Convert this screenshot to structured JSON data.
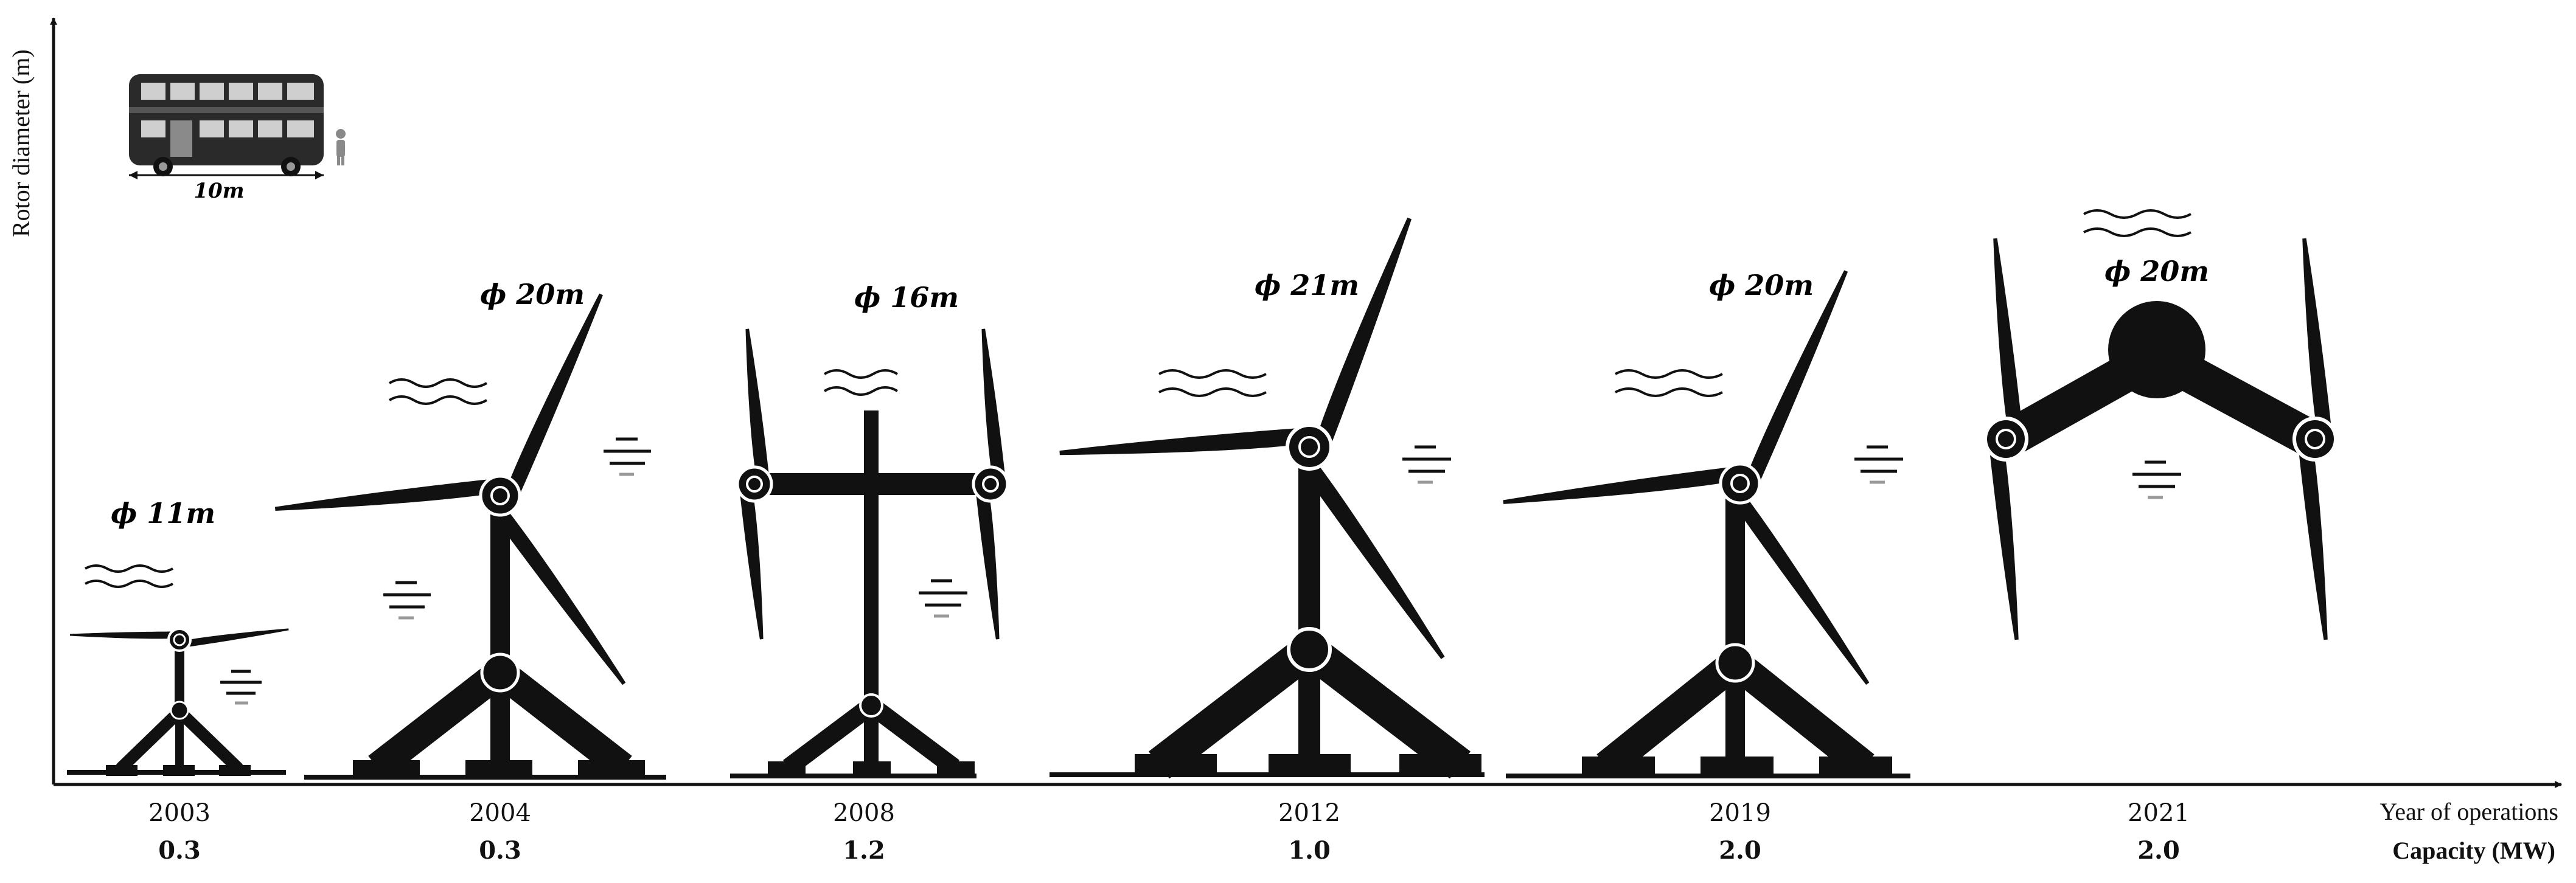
{
  "axes": {
    "y_label": "Rotor diameter (m)",
    "x_label": "Year of operations",
    "capacity_label": "Capacity (MW)"
  },
  "scale_reference": {
    "length_label": "10m",
    "icons": [
      "double-decker-bus-icon",
      "person-icon"
    ]
  },
  "turbines": [
    {
      "year": "2003",
      "capacity": "0.3",
      "diameter": "ϕ 11m",
      "type": "horizontal-axis-tripod"
    },
    {
      "year": "2004",
      "capacity": "0.3",
      "diameter": "ϕ 20m",
      "type": "horizontal-axis-tripod"
    },
    {
      "year": "2008",
      "capacity": "1.2",
      "diameter": "ϕ 16m",
      "type": "twin-rotor-crossbeam"
    },
    {
      "year": "2012",
      "capacity": "1.0",
      "diameter": "ϕ 21m",
      "type": "horizontal-axis-tripod"
    },
    {
      "year": "2019",
      "capacity": "2.0",
      "diameter": "ϕ 20m",
      "type": "horizontal-axis-tripod"
    },
    {
      "year": "2021",
      "capacity": "2.0",
      "diameter": "ϕ 20m",
      "type": "floating-twin-rotor"
    }
  ],
  "colors": {
    "ink": "#111111",
    "background": "#ffffff",
    "water_dash": "#999999"
  }
}
